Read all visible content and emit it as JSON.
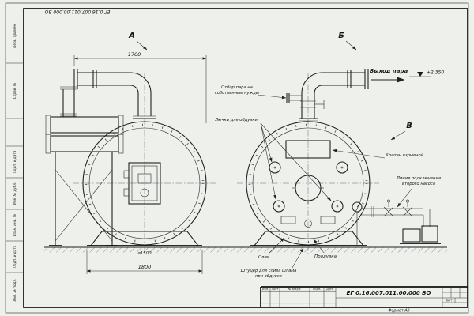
{
  "frame": {
    "doc_number_top": "ЕГ 0.16.007.011.00.000 ВО",
    "format_label": "Формат А3"
  },
  "stamp_strip": [
    "Перв. примен.",
    "Справ. №",
    "Подп. и дата",
    "Инв. № дубл.",
    "Взам. инв. №",
    "Подп. и дата",
    "Инв. № подл."
  ],
  "title_block": {
    "doc_number": "ЕГ 0.16.007.011.00.000 ВО",
    "header_cells": [
      "Изм.",
      "Лист",
      "№ докум.",
      "Подп.",
      "Дата"
    ],
    "sheet_label": "Лист"
  },
  "views": {
    "a": "А",
    "b": "Б",
    "v": "В"
  },
  "dims": {
    "pipe_span": "1700",
    "base_span": "1800",
    "shell_dia": "⌀1500",
    "elevation": "+2,350"
  },
  "ann": {
    "steam_out": "Выход пара",
    "own_needs_1": "Отбор пара на",
    "own_needs_2": "собственные нужды",
    "hatches": "Лючки для обдувки",
    "explosion": "Клапан взрывной",
    "pump_line_1": "Линия подключения",
    "pump_line_2": "второго насоса",
    "drain": "Слив",
    "blowdown": "Продувка",
    "sludge_1": "Штуцер для слива шлама",
    "sludge_2": "при обдувке"
  }
}
